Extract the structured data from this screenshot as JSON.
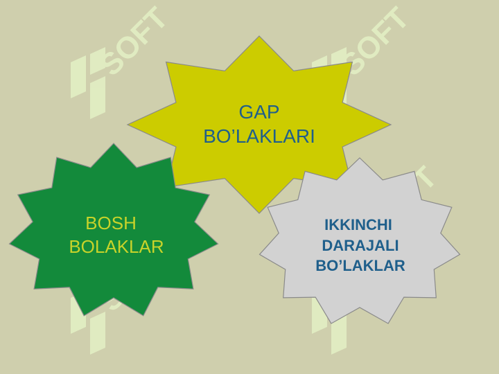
{
  "diagram": {
    "top_star": {
      "line1": "GAP",
      "line2": "BO’LAKLARI",
      "fill": "#cccc00"
    },
    "left_star": {
      "line1": "BOSH",
      "line2": "BOLAKLAR",
      "fill": "#138a3b"
    },
    "right_star": {
      "line1": "IKKINCHI",
      "line2": "DARAJALI",
      "line3": "BO’LAKLAR",
      "fill": "#d2d2d2"
    }
  },
  "watermark": {
    "text": "SOFT",
    "color": "#e6f5c8"
  },
  "colors": {
    "background": "#cfcfad",
    "text_blue": "#1f5f8b",
    "text_yellow": "#c8d32a",
    "outline": "#8a8a8a"
  }
}
